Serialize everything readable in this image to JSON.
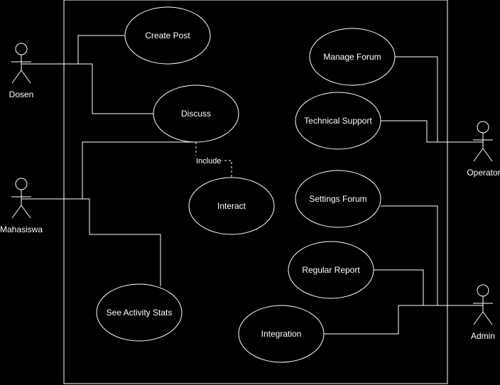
{
  "diagram": {
    "actors": {
      "dosen": "Dosen",
      "mahasiswa": "Mahasiswa",
      "operator": "Operator",
      "admin": "Admin"
    },
    "use_cases": {
      "create_post": "Create Post",
      "discuss": "Discuss",
      "interact": "Interact",
      "see_activity_stats": "See Activity Stats",
      "manage_forum": "Manage Forum",
      "technical_support": "Technical Support",
      "settings_forum": "Settings Forum",
      "regular_report": "Regular Report",
      "integration": "Integration"
    },
    "relations": {
      "include_label": "Include"
    },
    "colors": {
      "background": "#000000",
      "stroke": "#ffffff",
      "text": "#ffffff"
    }
  }
}
